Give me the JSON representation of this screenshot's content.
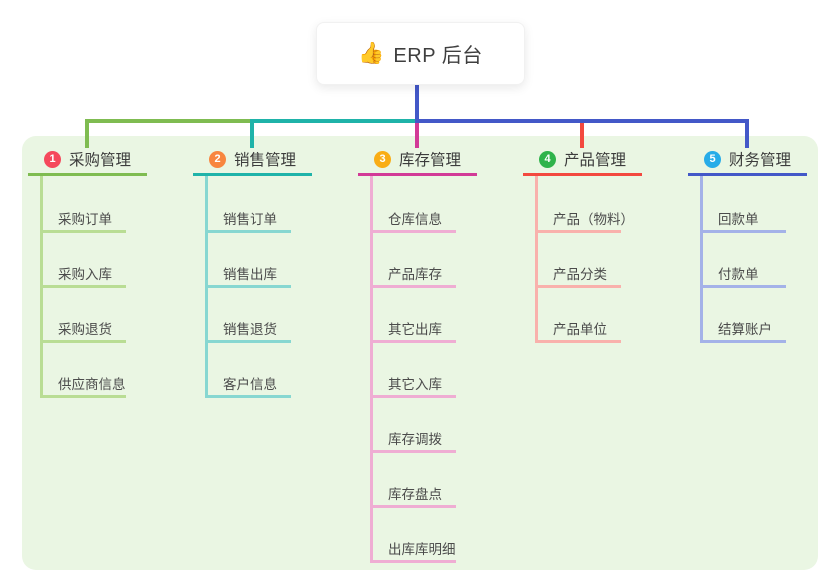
{
  "app": {
    "title": "ERP 后台",
    "icon": "👍"
  },
  "canvas": {
    "background": "#ffffff",
    "panel_color": "#eaf6e3",
    "root_connector_color": "#4358c8"
  },
  "branches": [
    {
      "index": "1",
      "label": "采购管理",
      "badge_color": "#f5495c",
      "line_color": "#7fbc51",
      "child_line_color": "#b9dd94",
      "children": [
        "采购订单",
        "采购入库",
        "采购退货",
        "供应商信息"
      ]
    },
    {
      "index": "2",
      "label": "销售管理",
      "badge_color": "#f8863f",
      "line_color": "#1fb3a9",
      "child_line_color": "#87d7d1",
      "children": [
        "销售订单",
        "销售出库",
        "销售退货",
        "客户信息"
      ]
    },
    {
      "index": "3",
      "label": "库存管理",
      "badge_color": "#f9ad15",
      "line_color": "#d23a97",
      "child_line_color": "#efadd3",
      "children": [
        "仓库信息",
        "产品库存",
        "其它出库",
        "其它入库",
        "库存调拨",
        "库存盘点",
        "出库库明细"
      ]
    },
    {
      "index": "4",
      "label": "产品管理",
      "badge_color": "#2fb34b",
      "line_color": "#f3493f",
      "child_line_color": "#f9b1ac",
      "children": [
        "产品（物料）",
        "产品分类",
        "产品单位"
      ]
    },
    {
      "index": "5",
      "label": "财务管理",
      "badge_color": "#27ace8",
      "line_color": "#4358c8",
      "child_line_color": "#a4b2e8",
      "children": [
        "回款单",
        "付款单",
        "结算账户"
      ]
    }
  ]
}
